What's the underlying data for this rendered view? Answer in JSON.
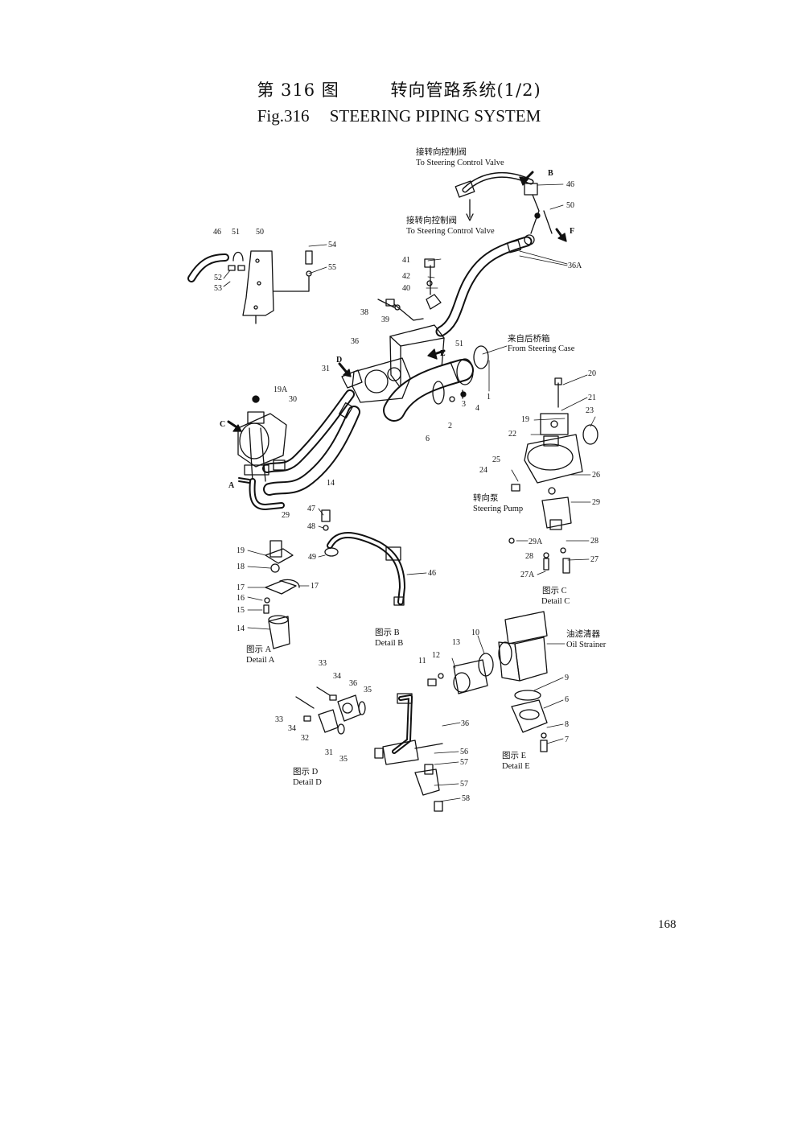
{
  "header": {
    "fig_cn": "第 316 图",
    "title_cn": "转向管路系统(1/2)",
    "fig_en": "Fig.316",
    "title_en": "STEERING PIPING SYSTEM"
  },
  "page_number": "168",
  "annotations": {
    "to_valve_top_cn": "接转向控制阀",
    "to_valve_top_en": "To Steering Control Valve",
    "to_valve_mid_cn": "接转向控制阀",
    "to_valve_mid_en": "To Steering Control Valve",
    "from_case_cn": "来自后桥箱",
    "from_case_en": "From Steering Case",
    "pump_cn": "转向泵",
    "pump_en": "Steering Pump",
    "strainer_cn": "油滤清器",
    "strainer_en": "Oil Strainer"
  },
  "details": {
    "a_cn": "图示 A",
    "a_en": "Detail A",
    "b_cn": "图示 B",
    "b_en": "Detail B",
    "c_cn": "图示 C",
    "c_en": "Detail C",
    "d_cn": "图示 D",
    "d_en": "Detail D",
    "e_cn": "图示 E",
    "e_en": "Detail E"
  },
  "view_letters": [
    "A",
    "B",
    "C",
    "D",
    "E",
    "F"
  ],
  "part_numbers": {
    "main": [
      "46",
      "50",
      "36A",
      "41",
      "42",
      "40",
      "38",
      "39",
      "36",
      "51",
      "1",
      "3",
      "4",
      "2",
      "6",
      "31",
      "30",
      "19A",
      "14",
      "29"
    ],
    "bracket": [
      "46",
      "51",
      "50",
      "54",
      "55",
      "52",
      "53"
    ],
    "detail_a": [
      "47",
      "48",
      "49",
      "46",
      "19",
      "18",
      "17",
      "17",
      "16",
      "15",
      "14"
    ],
    "detail_c": [
      "20",
      "21",
      "19",
      "23",
      "22",
      "25",
      "24",
      "26",
      "29",
      "29A",
      "28",
      "28",
      "27A",
      "27"
    ],
    "detail_b": [
      "10",
      "13",
      "12",
      "11",
      "36",
      "56",
      "57",
      "57",
      "58"
    ],
    "detail_d": [
      "33",
      "34",
      "36",
      "35",
      "33",
      "34",
      "32",
      "31",
      "35"
    ],
    "detail_e": [
      "9",
      "6",
      "8",
      "7"
    ]
  }
}
